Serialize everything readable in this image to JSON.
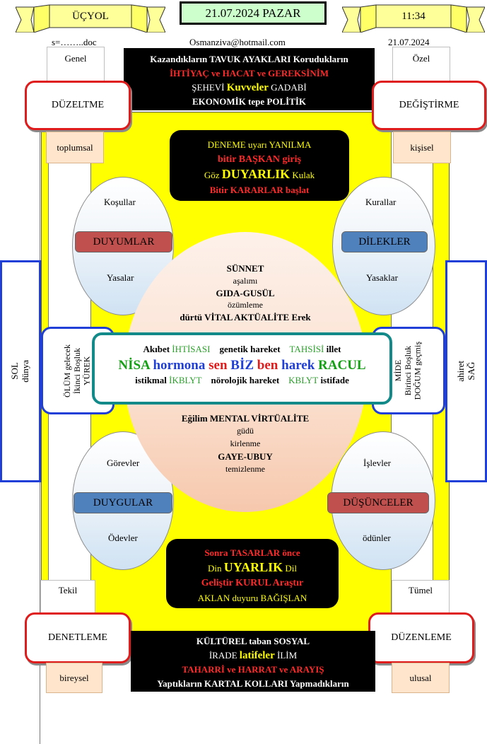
{
  "header": {
    "left_banner": "ÜÇYOL",
    "date_box": "21.07.2024 PAZAR",
    "right_banner": "11:34",
    "file_label": "s=……..doc",
    "email": "Osmanziva@hotmail.com",
    "date_small": "21.07.2024"
  },
  "corners": {
    "top_left_label": "Genel",
    "top_right_label": "Özel",
    "top_left_box": "DÜZELTME",
    "top_right_box": "DEĞİŞTİRME",
    "upper_left_peach": "toplumsal",
    "upper_right_peach": "kişisel",
    "bottom_left_label": "Tekil",
    "bottom_right_label": "Tümel",
    "bottom_left_box": "DENETLEME",
    "bottom_right_box": "DÜZENLEME",
    "lower_left_peach": "bireysel",
    "lower_right_peach": "ulusal"
  },
  "top_black": {
    "l1": "Kazandıkların TAVUK AYAKLARI Korudukların",
    "l2": "İHTİYAÇ ve HACAT ve GEREKSİNİM",
    "l3a": "ŞEHEVİ ",
    "l3b": "Kuvveler",
    "l3c": " GADABİ",
    "l4": "EKONOMİK  tepe POLİTİK"
  },
  "upper_center_box": {
    "l1": "DENEME uyarı YANILMA",
    "l2": "bitir BAŞKAN giriş",
    "l3a": "Göz ",
    "l3b": "DUYARLIK",
    "l3c": " Kulak",
    "l4": "Bitir KARARLAR başlat"
  },
  "lower_center_box": {
    "l1": "Sonra TASARLAR önce",
    "l2a": "Din ",
    "l2b": "UYARLIK",
    "l2c": " Dil",
    "l3": "Geliştir KURUL Araştır",
    "l4": "AKLAN duyuru BAĞIŞLAN"
  },
  "bottom_black": {
    "l1": "KÜLTÜREL taban  SOSYAL",
    "l2a": "İRADE ",
    "l2b": "latifeler",
    "l2c": " İLİM",
    "l3": "TAHARRİ ve HARRAT ve ARAYIŞ",
    "l4": "Yaptıkların KARTAL KOLLARI Yapmadıkların"
  },
  "ovals": {
    "tl": {
      "top": "Koşullar",
      "pill": "DUYUMLAR",
      "bottom": "Yasalar"
    },
    "tr": {
      "top": "Kurallar",
      "pill": "DİLEKLER",
      "bottom": "Yasaklar"
    },
    "bl": {
      "top": "Görevler",
      "pill": "DUYGULAR",
      "bottom": "Ödevler"
    },
    "br": {
      "top": "İşlevler",
      "pill": "DÜŞÜNCELER",
      "bottom": "ödünler"
    }
  },
  "big_oval": {
    "a1": "SÜNNET",
    "a2": "aşalımı",
    "a3": "GIDA-GUSÜL",
    "a4": "özümleme",
    "a5": "dürtü VİTAL AKTÜALİTE Erek",
    "b1": "Eğilim MENTAL VİRTÜALİTE",
    "b2": "güdü",
    "b3": "kirlenme",
    "b4": "GAYE-UBUY",
    "b5": "temizlenme"
  },
  "center_box": {
    "r1_1": "Akıbet ",
    "r1_2": "İHTİSASI",
    "r1_3": "genetik hareket",
    "r1_4": "TAHSİSİ",
    "r1_5": " illet",
    "r2_1": "NİSA",
    "r2_2": "hormona",
    "r2_3": "sen",
    "r2_4": "BİZ",
    "r2_5": "ben",
    "r2_6": "harek",
    "r2_7": "RACUL",
    "r3_1": "istikmal ",
    "r3_2": "İKBLYT",
    "r3_3": "nörolojik hareket",
    "r3_4": "KBLYT",
    "r3_5": " istifade"
  },
  "left_side": {
    "inner_l1": "ÖLÜM gelecek",
    "inner_l2": "İkinci Boşluk",
    "inner_l3": "YÜREK",
    "outer_l1": "SOL",
    "outer_l2": "dünya"
  },
  "right_side": {
    "inner_l1": "MİDE",
    "inner_l2": "Birinci Boşluk",
    "inner_l3": "DOĞUM geçmiş",
    "outer_l1": "ahiret",
    "outer_l2": "SAĞ"
  },
  "colors": {
    "yellow": "#ffff00",
    "red_border": "#e01b1b",
    "blue_border": "#1f3fd6",
    "teal": "#138a8a",
    "peach": "#ffe5cc"
  }
}
